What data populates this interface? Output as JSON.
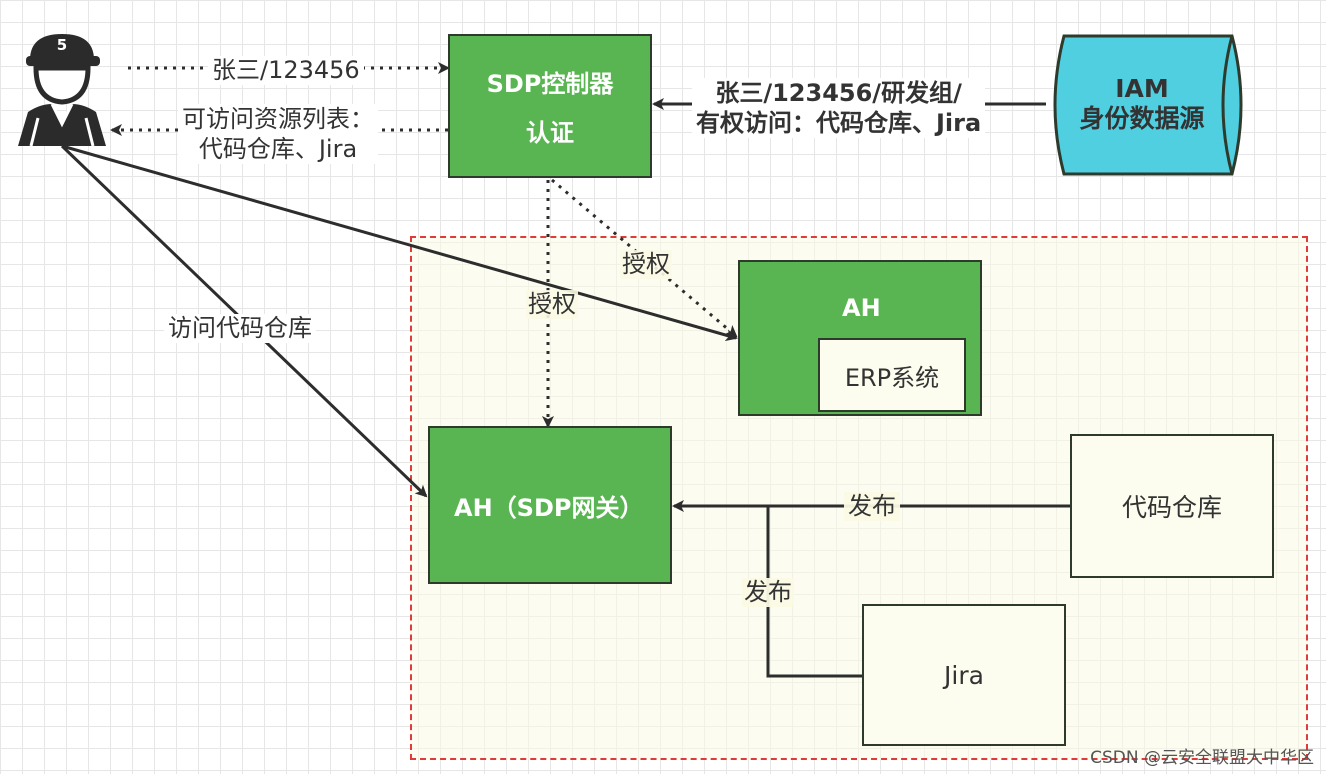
{
  "user": {
    "badge_number": "5"
  },
  "nodes": {
    "sdp_controller": {
      "title": "SDP控制器",
      "subtitle": "认证"
    },
    "iam": {
      "line1": "IAM",
      "line2": "身份数据源"
    },
    "ah_top": {
      "title": "AH"
    },
    "erp": {
      "label": "ERP系统"
    },
    "ah_gateway": {
      "label": "AH（SDP网关）"
    },
    "code_repo": {
      "label": "代码仓库"
    },
    "jira": {
      "label": "Jira"
    }
  },
  "edges": {
    "credentials": "张三/123456",
    "resource_list_line1": "可访问资源列表：",
    "resource_list_line2": "代码仓库、Jira",
    "iam_info_line1": "张三/123456/研发组/",
    "iam_info_line2": "有权访问：代码仓库、Jira",
    "authorize_gateway": "授权",
    "authorize_ah": "授权",
    "access_repo": "访问代码仓库",
    "publish_repo": "发布",
    "publish_jira": "发布"
  },
  "colors": {
    "node_green": "#59b552",
    "iam_cyan": "#4fcfe0",
    "zone_border": "#e03b3b",
    "zone_fill": "#fafae4",
    "edge": "#3a3a3a"
  },
  "watermark": "CSDN @云安全联盟大中华区"
}
